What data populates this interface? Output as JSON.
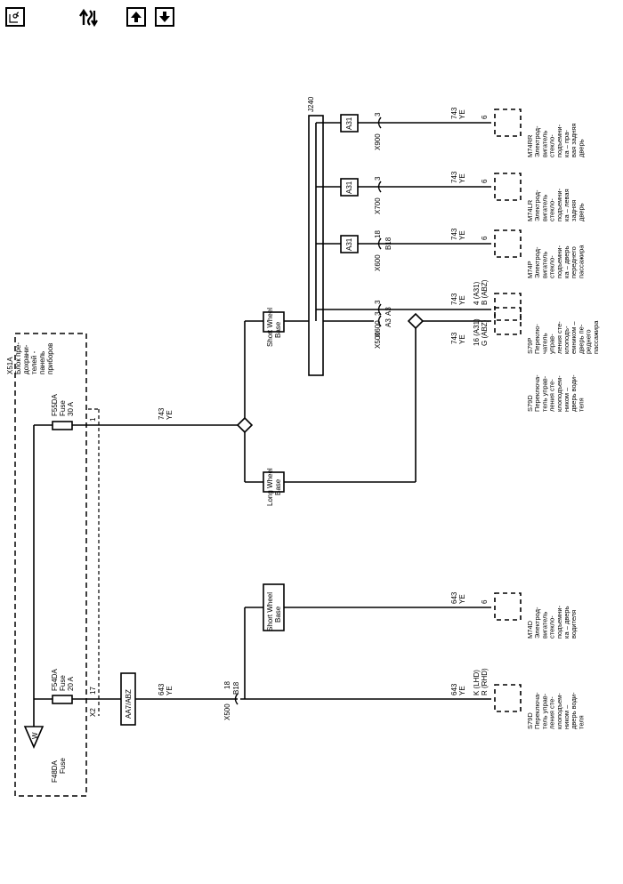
{
  "toolbar": {
    "icons": [
      "legend-icon",
      "power-flow-icon",
      "page-up-icon",
      "page-down-icon"
    ],
    "legend_text": "L O C"
  },
  "fuse_block": {
    "title": [
      "X51A",
      "Блок пре-",
      "дохрани-",
      "телей -",
      "панель",
      "приборов"
    ],
    "fuse_top": {
      "id": "F55DA",
      "name": "Fuse",
      "rating": "30 A",
      "pin": "1"
    },
    "fuse_bottom": {
      "id": "F54DA",
      "name": "Fuse",
      "rating": "20 A",
      "pin": "17",
      "connector": "X2"
    },
    "source": {
      "id": "F48DA",
      "name": "Fuse",
      "mark": "W"
    }
  },
  "wires": {
    "w743": {
      "circuit": "743",
      "color": "YE"
    },
    "w643": {
      "circuit": "643",
      "color": "YE"
    }
  },
  "options": {
    "short_wheel_base": [
      "Short Wheel",
      "Base"
    ],
    "long_wheel_base": [
      "Long Wheel",
      "Base"
    ],
    "aa7_abz": "AA7/ABZ",
    "a31": "A31"
  },
  "splice_pack": "J240",
  "branches": [
    {
      "connector": "X900",
      "pin": "3",
      "sub": "",
      "circuit": "743",
      "color": "YE",
      "dev_pin": "6",
      "dev_pin2": "",
      "has_a31": true,
      "device": [
        "M74RR",
        "Электрод-",
        "вигатель",
        "стекло-",
        "подъемни-",
        "ка – пра-",
        "вая задняя",
        "дверь"
      ]
    },
    {
      "connector": "X700",
      "pin": "3",
      "sub": "",
      "circuit": "743",
      "color": "YE",
      "dev_pin": "6",
      "dev_pin2": "",
      "has_a31": true,
      "device": [
        "M74LR",
        "Электрод-",
        "вигатель",
        "стекло-",
        "подъемни-",
        "ка – левая",
        "задняя",
        "дверь"
      ]
    },
    {
      "connector": "X600",
      "pin": "18",
      "sub": "B18",
      "circuit": "743",
      "color": "YE",
      "dev_pin": "6",
      "dev_pin2": "",
      "has_a31": true,
      "device": [
        "M74P",
        "Электрод-",
        "вигатель",
        "стекло-",
        "подъемни-",
        "ка – дверь",
        "переднего",
        "пассажира"
      ]
    },
    {
      "connector": "X600",
      "pin": "3",
      "sub": "A3",
      "circuit": "743",
      "color": "YE",
      "dev_pin": "4 (A31)",
      "dev_pin2": "B (ABZ)",
      "has_a31": false,
      "device": [
        "S79P",
        "Переклю-",
        "чатель",
        "управ-",
        "ления сте-",
        "клоподъ-",
        "емником –",
        "дверь пе-",
        "реднего",
        "пассажира"
      ]
    },
    {
      "connector": "X500",
      "pin": "3",
      "sub": "A3",
      "circuit": "743",
      "color": "YE",
      "dev_pin": "16 (A31)",
      "dev_pin2": "G (ABZ)",
      "has_a31": false,
      "device": [
        "S79D",
        "Переключа-",
        "тель управ-",
        "ления сте-",
        "клоподъем-",
        "ником –",
        "дверь води-",
        "теля"
      ]
    },
    {
      "connector": "",
      "pin": "",
      "sub": "",
      "circuit": "643",
      "color": "YE",
      "dev_pin": "6",
      "dev_pin2": "",
      "has_a31": false,
      "device": [
        "M74D",
        "Электрод-",
        "вигатель",
        "стекло-",
        "подъемни-",
        "ка – дверь",
        "водителя"
      ]
    },
    {
      "connector": "X500",
      "pin": "18",
      "sub": "B18",
      "circuit": "643",
      "color": "YE",
      "dev_pin": "K (LHD)",
      "dev_pin2": "R (RHD)",
      "has_a31": false,
      "device": [
        "S79D",
        "Переключа-",
        "тель управ-",
        "ления сте-",
        "клоподъем-",
        "ником –",
        "дверь води-",
        "теля"
      ]
    }
  ]
}
